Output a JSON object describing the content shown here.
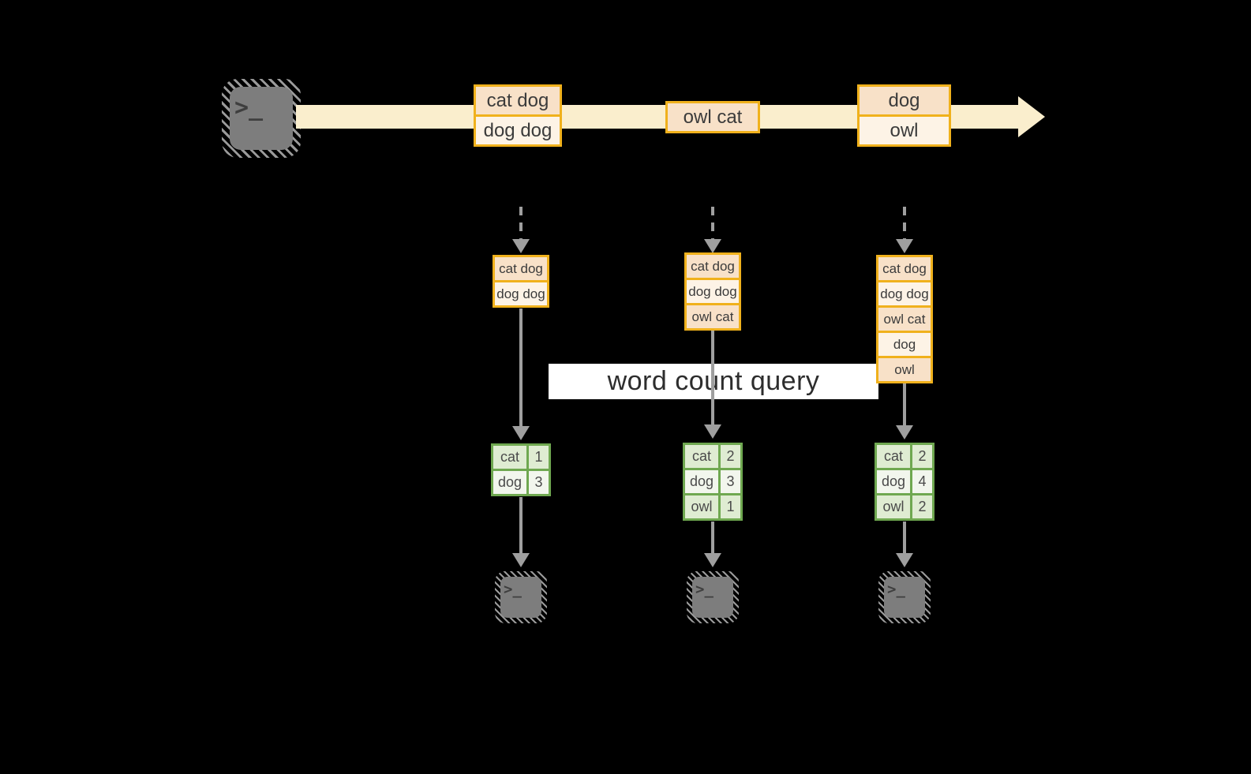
{
  "diagram": {
    "banner": {
      "label": "word count query"
    },
    "terminal_prompt": ">_",
    "stream_batches": [
      {
        "items": [
          "cat dog",
          "dog dog"
        ]
      },
      {
        "items": [
          "owl cat"
        ]
      },
      {
        "items": [
          "dog",
          "owl"
        ]
      }
    ],
    "columns": [
      {
        "buffer": [
          "cat dog",
          "dog dog"
        ],
        "counts": [
          {
            "word": "cat",
            "count": "1"
          },
          {
            "word": "dog",
            "count": "3"
          }
        ]
      },
      {
        "buffer": [
          "cat dog",
          "dog dog",
          "owl cat"
        ],
        "counts": [
          {
            "word": "cat",
            "count": "2"
          },
          {
            "word": "dog",
            "count": "3"
          },
          {
            "word": "owl",
            "count": "1"
          }
        ]
      },
      {
        "buffer": [
          "cat dog",
          "dog dog",
          "owl cat",
          "dog",
          "owl"
        ],
        "counts": [
          {
            "word": "cat",
            "count": "2"
          },
          {
            "word": "dog",
            "count": "4"
          },
          {
            "word": "owl",
            "count": "2"
          }
        ]
      }
    ],
    "colors": {
      "background": "#000000",
      "stream": "#faeecd",
      "box_border": "#f0b11c",
      "box_fill_dark": "#f8e1c8",
      "box_fill_light": "#fdf3e6",
      "table_border": "#6fa850",
      "table_fill_dark": "#dfecd2",
      "table_fill_light": "#f2f6ed",
      "arrow_gray": "#9f9f9f",
      "banner_bg": "#ffffff",
      "text": "#3b3b3b"
    }
  }
}
